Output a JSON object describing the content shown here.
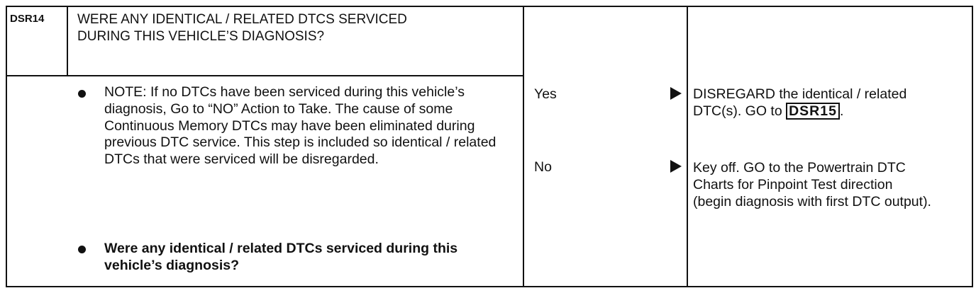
{
  "step": {
    "id": "DSR14",
    "title": "WERE ANY IDENTICAL / RELATED DTCS SERVICED DURING THIS VEHICLE’S DIAGNOSIS?"
  },
  "test_steps": {
    "note": "NOTE: If no DTCs have been serviced during this vehicle’s diagnosis, Go to “NO” Action to Take. The cause of some Continuous Memory DTCs may have been eliminated during previous DTC service. This step is included so identical / related DTCs that were serviced will be disregarded.",
    "question": "Were any identical / related DTCs serviced during this vehicle’s diagnosis?"
  },
  "results": [
    {
      "label": "Yes",
      "action_pre": "DISREGARD the identical / related DTC(s). GO to ",
      "action_link": "DSR15",
      "action_post": "."
    },
    {
      "label": "No",
      "action": "Key off. GO to the Powertrain DTC Charts for Pinpoint Test direction (begin diagnosis with first DTC output)."
    }
  ]
}
